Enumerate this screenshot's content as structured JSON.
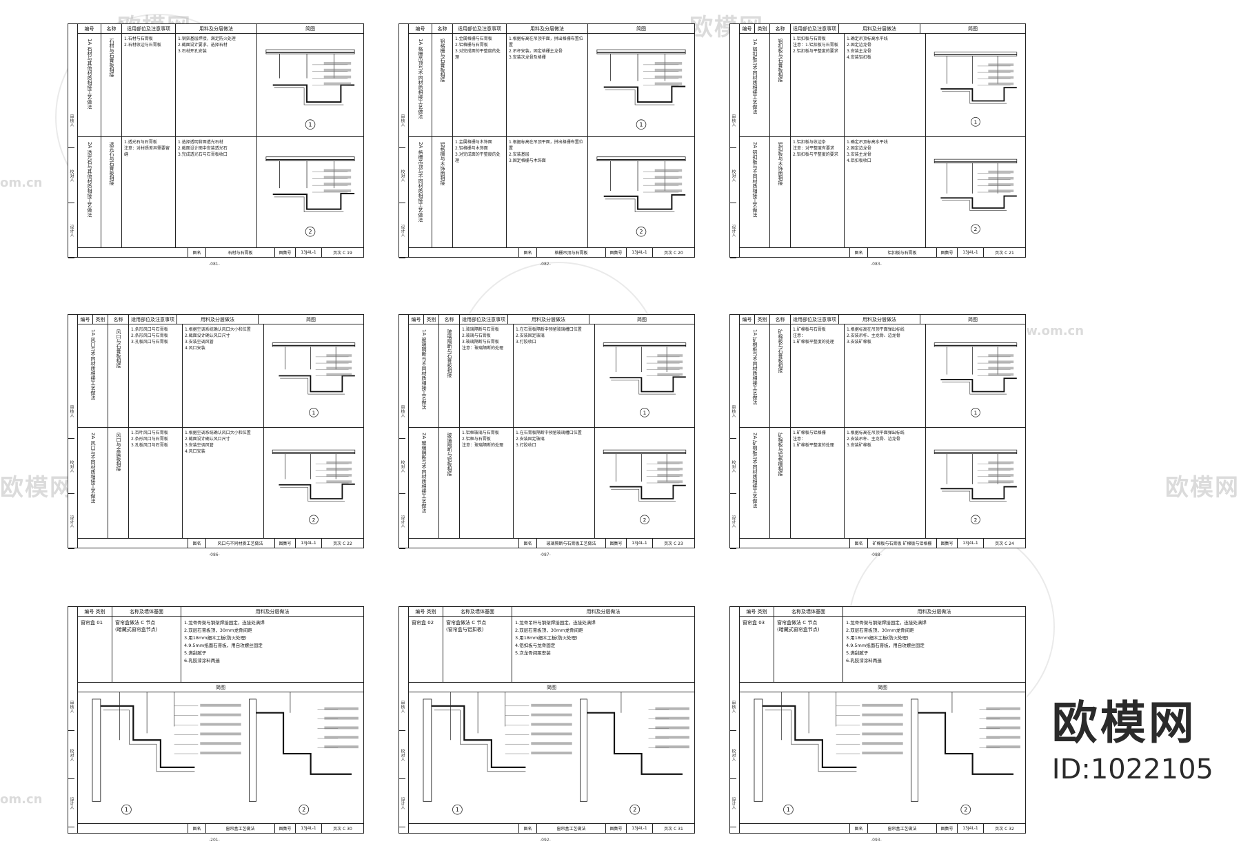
{
  "watermark": {
    "text": "欧模网",
    "url": "www.om.cn",
    "short": "om.cn"
  },
  "brand": {
    "logo_text": "欧模网",
    "id_text": "ID:1022105"
  },
  "sheets_top": [
    {
      "header": [
        "编号",
        "名称",
        "适用部位及注意事项",
        "用料及分层做法",
        "简图"
      ],
      "rows": [
        {
          "code": "1A 石材与其他材质相接工艺做法",
          "name": "石材与石膏板相接",
          "note": "1.石材与石膏板\n2.石材收边与石膏板",
          "method": "1.钢架基层焊接，满足防火处理\n2.截面设计要求，选择石材\n3.石材开孔安装"
        },
        {
          "code": "2A 透光石与其他材质相接工艺做法",
          "name": "透光石与石膏板相接",
          "note": "1.透光石与石膏板\n注意：对材质差异需要留缝",
          "method": "1.选择透明背面透光石材\n2.截面设计图中安装透光石\n3.完成透光石与石膏板收口"
        }
      ],
      "footer": {
        "label": "图名",
        "title": "石材与石膏板",
        "code_label": "图集号",
        "code": "13J4L-1",
        "page_label": "页次",
        "page": "C 19"
      },
      "page_no": "-081-"
    },
    {
      "header": [
        "编号",
        "名称",
        "适用部位及注意事项",
        "用料及分层做法",
        "简图"
      ],
      "rows": [
        {
          "code": "1A 格栅吊顶与不同材质相接工艺做法",
          "name": "铝格栅与石膏板相接",
          "note": "1.金属格栅与石膏板\n2.铝格栅与石膏板\n3.对完成面的平整度的处理",
          "method": "1.根据标高在吊顶平面，拼出格栅布置位置\n2.吊杆安装，固定格栅主龙骨\n3.安装次龙骨及格栅"
        },
        {
          "code": "2A 格栅吊顶与不同材质相接工艺做法",
          "name": "铝格栅与木饰面相接",
          "note": "1.金属格栅与木饰面\n2.铝格栅与木饰面\n3.对完成面的平整度的处理",
          "method": "1.根据标高在吊顶平面，拼出格栅布置位置\n2.安装基层\n3.固定格栅与木饰面"
        }
      ],
      "footer": {
        "label": "图名",
        "title": "格栅吊顶与石膏板",
        "code_label": "图集号",
        "code": "13J4L-1",
        "page_label": "页次",
        "page": "C 20"
      },
      "page_no": "-082-"
    },
    {
      "header": [
        "编号",
        "类别",
        "名称",
        "适用部位及注意事项",
        "用料及分层做法",
        "简图"
      ],
      "rows": [
        {
          "code": "1A 铝扣板与不同材质相接工艺做法",
          "name": "铝扣板与石膏板相接",
          "note": "1.铝扣板与石膏板\n注意：1.铝扣板与石膏板\n2.铝扣板与平整度的要求",
          "method": "1.确定吊顶标高水平线\n2.固定边龙骨\n3.安装主龙骨\n4.安装铝扣板"
        },
        {
          "code": "2A 铝扣板与不同材质相接工艺做法",
          "name": "铝扣板与木饰面相接",
          "note": "1.铝扣板与收边条\n注意：对平整度有要求\n2.铝扣板与平整度的要求",
          "method": "1.确定吊顶标高水平线\n2.固定边龙骨\n3.安装主龙骨\n4.铝扣板收口"
        }
      ],
      "footer": {
        "label": "图名",
        "title": "铝扣板与石膏板",
        "code_label": "图集号",
        "code": "13J4L-1",
        "page_label": "页次",
        "page": "C 21"
      },
      "page_no": "-083-"
    },
    {
      "header": [
        "编号",
        "类别",
        "名称",
        "适用部位及注意事项",
        "用料及分层做法",
        "简图"
      ],
      "rows": [
        {
          "code": "1A 风口与不同材质相接工艺做法",
          "name": "风口与石膏板相接",
          "note": "1.条形风口与石膏板\n2.条形风口与石膏板\n3.孔板风口与石膏板",
          "method": "1.根据空调系统确认风口大小和位置\n2.截面设计确认风口尺寸\n3.安装空调风管\n4.风口安装"
        },
        {
          "code": "2A 风口与不同材质相接工艺做法",
          "name": "风口与金属板相接",
          "note": "1.百叶风口与石膏板\n2.条形风口与石膏板\n3.孔板风口与石膏板",
          "method": "1.根据空调系统确认风口大小和位置\n2.截面设计确认风口尺寸\n3.安装空调风管\n4.风口安装"
        }
      ],
      "footer": {
        "label": "图名",
        "title": "风口与不同材质工艺做法",
        "code_label": "图集号",
        "code": "13J4L-1",
        "page_label": "页次",
        "page": "C 22"
      },
      "page_no": "-086-"
    },
    {
      "header": [
        "编号",
        "类别",
        "名称",
        "适用部位及注意事项",
        "用料及分层做法",
        "简图"
      ],
      "rows": [
        {
          "code": "1A 玻璃隔断与不同材质相接工艺做法",
          "name": "玻璃隔断与石膏板相接",
          "note": "1.玻璃隔断与石膏板\n2.玻璃与石膏板\n3.玻璃隔断与石膏板\n注意：玻璃隔断的处理",
          "method": "1.在石膏板隔断中预留玻璃槽口位置\n2.安装固定玻璃\n3.打胶收口"
        },
        {
          "code": "2A 玻璃隔断与不同材质相接工艺做法",
          "name": "玻璃隔断与铝板相接",
          "note": "1.铝框玻璃与石膏板\n2.铝框与石膏板\n注意：玻璃隔断的处理",
          "method": "1.在石膏板隔断中预留玻璃槽口位置\n2.安装固定玻璃\n3.打胶收口"
        }
      ],
      "footer": {
        "label": "图名",
        "title": "玻璃隔断与石膏板工艺做法",
        "code_label": "图集号",
        "code": "13J4L-1",
        "page_label": "页次",
        "page": "C 23"
      },
      "page_no": "-087-"
    },
    {
      "header": [
        "编号",
        "类别",
        "名称",
        "适用部位及注意事项",
        "用料及分层做法",
        "简图"
      ],
      "rows": [
        {
          "code": "1A 矿棉板与不同材质相接工艺做法",
          "name": "矿棉板与石膏板相接",
          "note": "1.矿棉板与石膏板\n注意：\n1.矿棉板平整度的处理",
          "method": "1.根据标高在吊顶平面弹出标线\n2.安装吊杆、主龙骨、边龙骨\n3.安装矿棉板"
        },
        {
          "code": "2A 矿棉板与不同材质相接工艺做法",
          "name": "矿棉板与铝格栅相接",
          "note": "1.矿棉板与铝格栅\n注意：\n1.矿棉板平整度的处理",
          "method": "1.根据标高在吊顶平面弹出标线\n2.安装吊杆、主龙骨、边龙骨\n3.安装矿棉板"
        }
      ],
      "footer": {
        "label": "图名",
        "title": "矿棉板与石膏板 矿棉板与铝格栅",
        "code_label": "图集号",
        "code": "13J4L-1",
        "page_label": "页次",
        "page": "C 24"
      },
      "page_no": "-088-"
    }
  ],
  "sheets_bottom": [
    {
      "header_code": "编号",
      "header_cat": "类别",
      "header_name": "名称及墙体基面",
      "header_method": "用料及分层做法",
      "code": "窗帘盒 01",
      "name": "窗帘盒做法 C 节点\n(暗藏式窗帘盒节点)",
      "method": "1.龙骨骨架与钢架焊接固定，连接处满焊\n2.双层石膏板顶，30mm龙骨间距\n3.用18mm细木工板(防火处理)\n4.9.5mm纸面石膏板，用自攻螺丝固定\n5.满刮腻子\n6.乳胶漆涂料两遍",
      "drawing_title": "简图",
      "footer": {
        "label": "图名",
        "title": "窗帘盒工艺做法",
        "code_label": "图集号",
        "code": "13J4L-1",
        "page_label": "页次",
        "page": "C 30"
      },
      "page_no": "-201-"
    },
    {
      "header_code": "编号",
      "header_cat": "类别",
      "header_name": "名称及墙体基面",
      "header_method": "用料及分层做法",
      "code": "窗帘盒 02",
      "name": "窗帘盒做法 C 节点\n(窗帘盒与铝扣板)",
      "method": "1.龙骨吊杆与钢架焊接固定，连接处满焊\n2.双层石膏板顶，30mm龙骨间距\n3.用18mm细木工板(防火处理)\n4.铝扣板与龙骨固定\n5.次龙骨间距安装",
      "drawing_title": "简图",
      "footer": {
        "label": "图名",
        "title": "窗帘盒工艺做法",
        "code_label": "图集号",
        "code": "13J4L-1",
        "page_label": "页次",
        "page": "C 31"
      },
      "page_no": "-092-"
    },
    {
      "header_code": "编号",
      "header_cat": "类别",
      "header_name": "名称及墙体基面",
      "header_method": "用料及分层做法",
      "code": "窗帘盒 03",
      "name": "窗帘盒做法 C 节点\n(暗藏式窗帘盒节点)",
      "method": "1.龙骨骨架与钢架焊接固定，连接处满焊\n2.双层石膏板顶，30mm龙骨间距\n3.用18mm细木工板(防火处理)\n4.9.5mm纸面石膏板，用自攻螺丝固定\n5.满刮腻子\n6.乳胶漆涂料两遍",
      "drawing_title": "简图",
      "footer": {
        "label": "图名",
        "title": "窗帘盒工艺做法",
        "code_label": "图集号",
        "code": "13J4L-1",
        "page_label": "页次",
        "page": "C 32"
      },
      "page_no": "-093-"
    }
  ],
  "side_labels": [
    "审核人",
    "校对人",
    "设计人"
  ],
  "circle_labels": [
    "1",
    "2"
  ]
}
